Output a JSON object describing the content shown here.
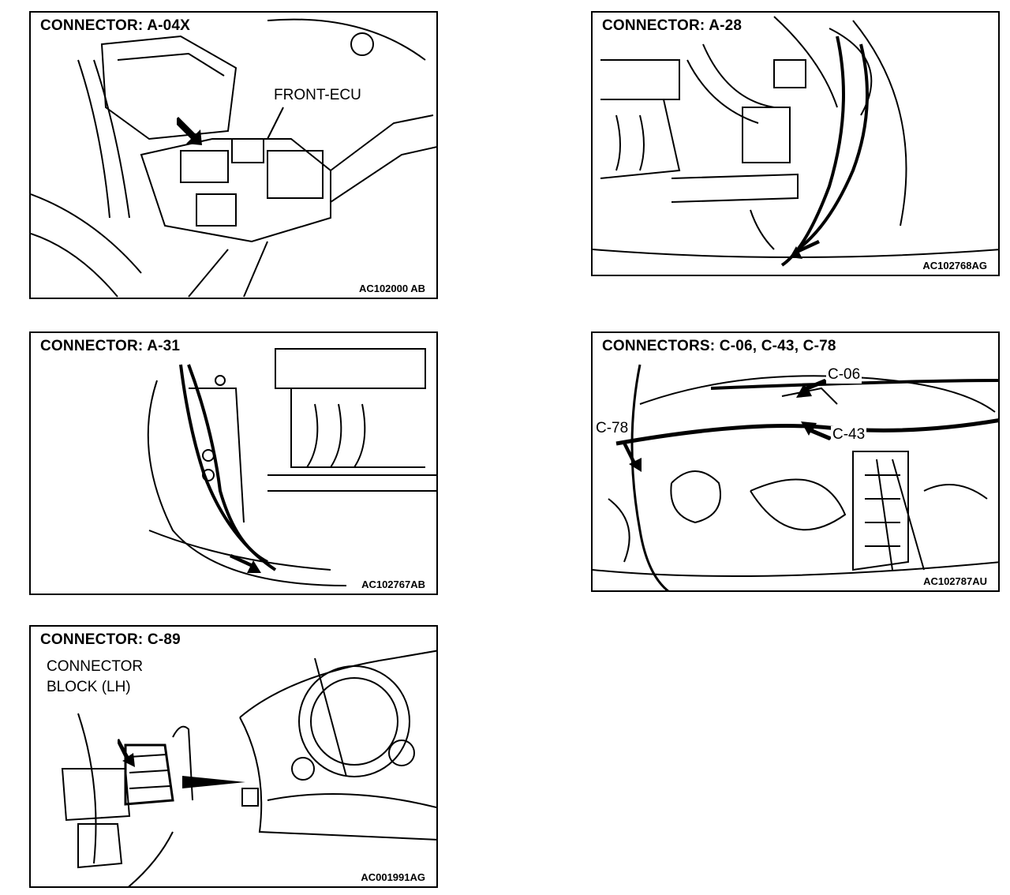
{
  "panels": {
    "a04x": {
      "title": "CONNECTOR: A-04X",
      "callout": "FRONT-ECU",
      "code": "AC102000 AB"
    },
    "a28": {
      "title": "CONNECTOR: A-28",
      "code": "AC102768AG"
    },
    "a31": {
      "title": "CONNECTOR: A-31",
      "code": "AC102767AB"
    },
    "c06": {
      "title": "CONNECTORS: C-06, C-43, C-78",
      "callout_c06": "C-06",
      "callout_c43": "C-43",
      "callout_c78": "C-78",
      "code": "AC102787AU"
    },
    "c89": {
      "title": "CONNECTOR: C-89",
      "subtitle_line1": "CONNECTOR",
      "subtitle_line2": "BLOCK (LH)",
      "code": "AC001991AG"
    }
  },
  "colors": {
    "line": "#000000",
    "background": "#ffffff"
  },
  "icons": {
    "pointer": "arrow-icon"
  }
}
